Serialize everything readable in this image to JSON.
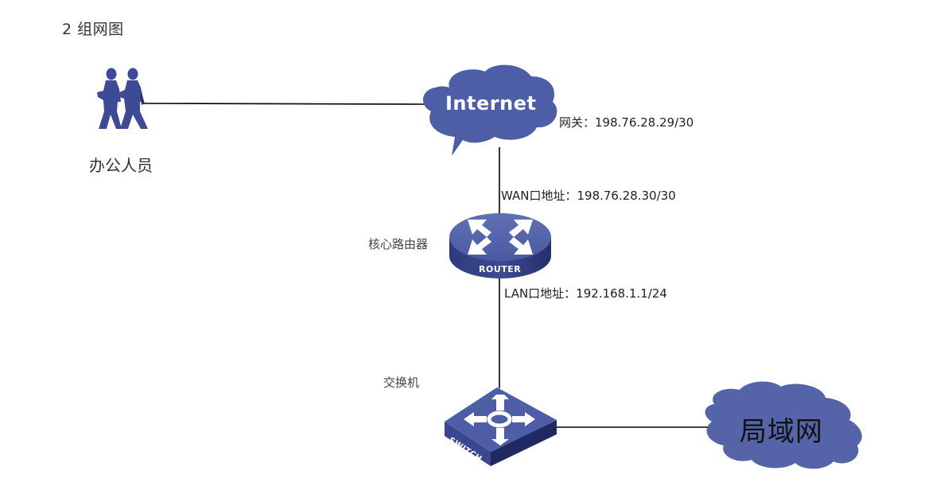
{
  "title": "2 组网图",
  "nodes": {
    "office_staff": {
      "label": "办公人员",
      "icon": "people-icon"
    },
    "internet": {
      "label": "Internet",
      "icon": "cloud-icon"
    },
    "router": {
      "label": "核心路由器",
      "device_text": "ROUTER",
      "icon": "router-icon"
    },
    "switch": {
      "label": "交换机",
      "device_text": "SWITCH",
      "icon": "switch-icon"
    },
    "lan": {
      "label": "局域网",
      "icon": "cloud-icon"
    }
  },
  "annotations": {
    "gateway": "网关：198.76.28.29/30",
    "wan": "WAN口地址：198.76.28.30/30",
    "lan": "LAN口地址：192.168.1.1/24"
  },
  "links": [
    {
      "from": "office_staff",
      "to": "internet"
    },
    {
      "from": "internet",
      "to": "router"
    },
    {
      "from": "router",
      "to": "switch"
    },
    {
      "from": "switch",
      "to": "lan"
    }
  ],
  "colors": {
    "device_blue": "#4e5ea6",
    "device_dark": "#2b3470",
    "cloud_blue": "#5564a8",
    "line": "#000000"
  }
}
